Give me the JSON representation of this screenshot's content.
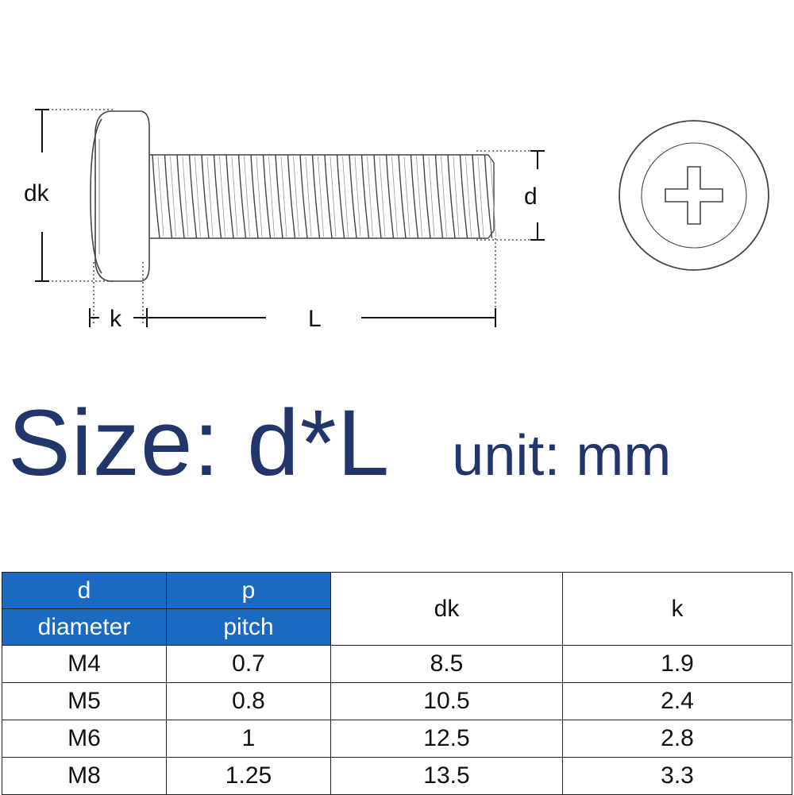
{
  "diagram": {
    "labels": {
      "dk": "dk",
      "d": "d",
      "k": "k",
      "L": "L"
    }
  },
  "headline": {
    "size": "Size: d*L",
    "unit": "unit: mm"
  },
  "colors": {
    "headline": "#22366b",
    "header_fill": "#1a6ac2"
  },
  "table": {
    "headers": {
      "d_symbol": "d",
      "d_name": "diameter",
      "p_symbol": "p",
      "p_name": "pitch",
      "dk": "dk",
      "k": "k"
    },
    "rows": [
      {
        "d": "M4",
        "p": "0.7",
        "dk": "8.5",
        "k": "1.9"
      },
      {
        "d": "M5",
        "p": "0.8",
        "dk": "10.5",
        "k": "2.4"
      },
      {
        "d": "M6",
        "p": "1",
        "dk": "12.5",
        "k": "2.8"
      },
      {
        "d": "M8",
        "p": "1.25",
        "dk": "13.5",
        "k": "3.3"
      }
    ]
  }
}
